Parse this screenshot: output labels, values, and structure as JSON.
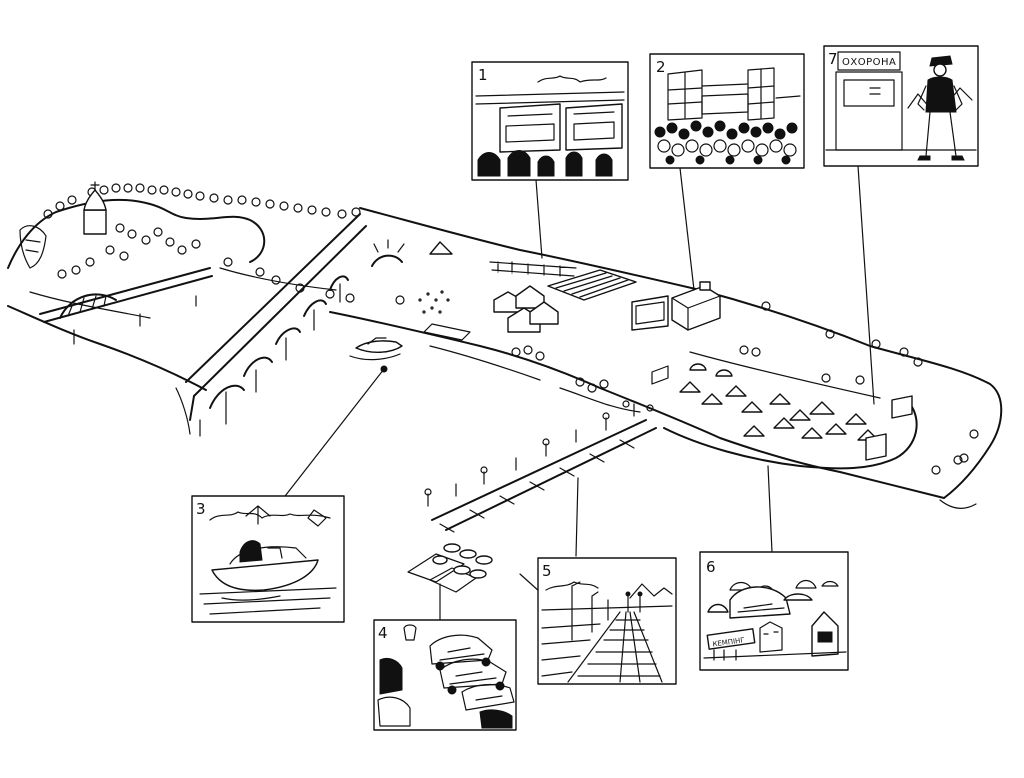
{
  "panels": [
    {
      "id": "1",
      "label": "1",
      "icon": "food-stalls-sketch"
    },
    {
      "id": "2",
      "label": "2",
      "icon": "main-stage-crowd-sketch"
    },
    {
      "id": "3",
      "label": "3",
      "icon": "speedboat-sketch"
    },
    {
      "id": "4",
      "label": "4",
      "icon": "parked-cars-sketch"
    },
    {
      "id": "5",
      "label": "5",
      "icon": "pier-walkway-sketch"
    },
    {
      "id": "6",
      "label": "6",
      "icon": "campsite-tents-sketch"
    },
    {
      "id": "7",
      "label": "7",
      "icon": "security-guard-sketch"
    }
  ],
  "signs": {
    "security": "ОХОРОНА",
    "camping": "КЕМПІНГ"
  },
  "colors": {
    "ink": "#111111",
    "paper": "#ffffff"
  }
}
